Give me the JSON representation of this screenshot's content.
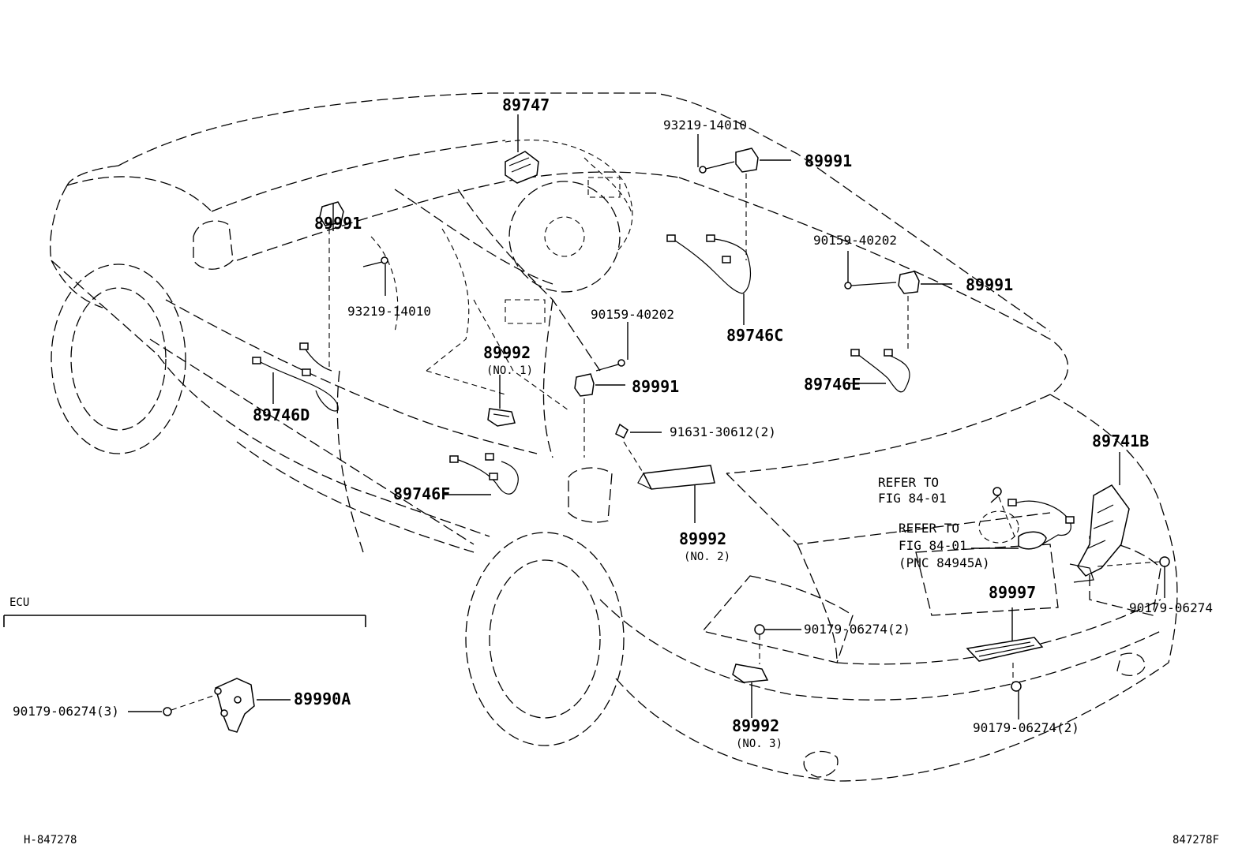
{
  "parts": {
    "p89747": "89747",
    "p93219_top": "93219-14010",
    "p89991_top": "89991",
    "p89991_left": "89991",
    "p93219_left": "93219-14010",
    "p90159_right": "90159-40202",
    "p89991_right": "89991",
    "p90159_mid": "90159-40202",
    "p89746C": "89746C",
    "p89992_no1": "89992",
    "p89992_no1_sub": "(NO. 1)",
    "p89991_mid": "89991",
    "p89746E": "89746E",
    "p89746D": "89746D",
    "p91631": "91631-30612(2)",
    "p89741B": "89741B",
    "p89746F": "89746F",
    "refer1_line1": "REFER TO",
    "refer1_line2": "FIG 84-01",
    "refer2_line1": "REFER TO",
    "refer2_line2": "FIG 84-01",
    "refer2_line3": "(PNC 84945A)",
    "p89992_no2": "89992",
    "p89992_no2_sub": "(NO. 2)",
    "p89997": "89997",
    "p90179_right": "90179-06274",
    "p90179_mid2": "90179-06274(2)",
    "p89992_no3": "89992",
    "p89992_no3_sub": "(NO. 3)",
    "p90179_bottom2": "90179-06274(2)",
    "p90179_ecu3": "90179-06274(3)",
    "p89990A": "89990A"
  },
  "ecu_section": {
    "title": "ECU"
  },
  "footer": {
    "left_code": "H-847278",
    "right_code": "847278F"
  }
}
